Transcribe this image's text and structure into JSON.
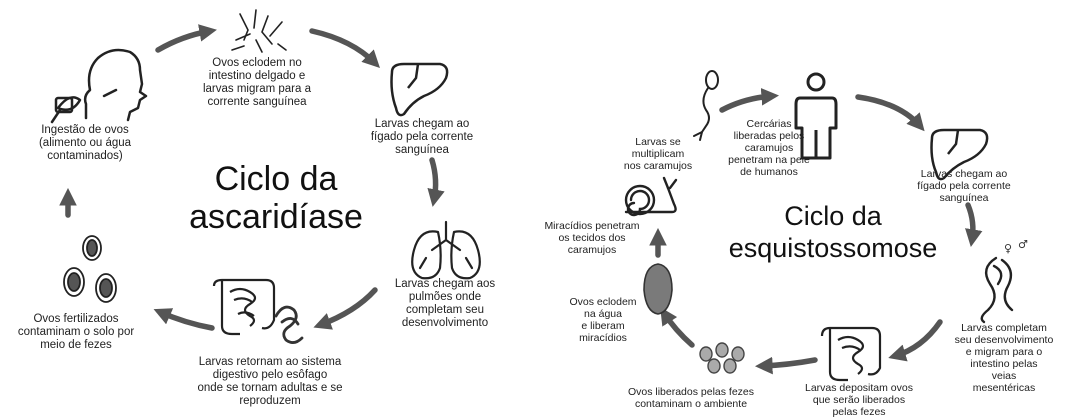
{
  "ascaridiase": {
    "title": "Ciclo da\nascaridíase",
    "steps": [
      "Ovos eclodem no\nintestino delgado e\nlarvas migram para a\ncorrente sanguínea",
      "Larvas chegam ao\nfígado pela corrente\nsanguínea",
      "Larvas chegam aos\npulmões onde\ncompletam seu\ndesenvolvimento",
      "Larvas retornam ao sistema\ndigestivo pelo esôfago\nonde se tornam adultas e se\nreproduzem",
      "Ovos fertilizados\ncontaminam o solo por\nmeio de fezes",
      "Ingestão de ovos\n(alimento ou água\ncontaminados)"
    ]
  },
  "esquistossomose": {
    "title": "Ciclo da\nesquistossomose",
    "steps": [
      "Cercárias\nliberadas pelos\ncaramujos\npenetram na pele\nde humanos",
      "Larvas chegam ao\nfígado pela corrente\nsanguínea",
      "Larvas completam\nseu desenvolvimento\ne migram para o\nintestino pelas\nveias\nmesentéricas",
      "Larvas depositam ovos\nque serão liberados\npelas fezes",
      "Ovos liberados pelas fezes\ncontaminam o ambiente",
      "Ovos eclodem\nna água\ne liberam\nmiracídios",
      "Miracídios penetram\nos tecidos dos\ncaramujos",
      "Larvas se\nmultiplicam\nnos caramujos"
    ],
    "symbols": {
      "female": "♀",
      "male": "♂"
    }
  }
}
